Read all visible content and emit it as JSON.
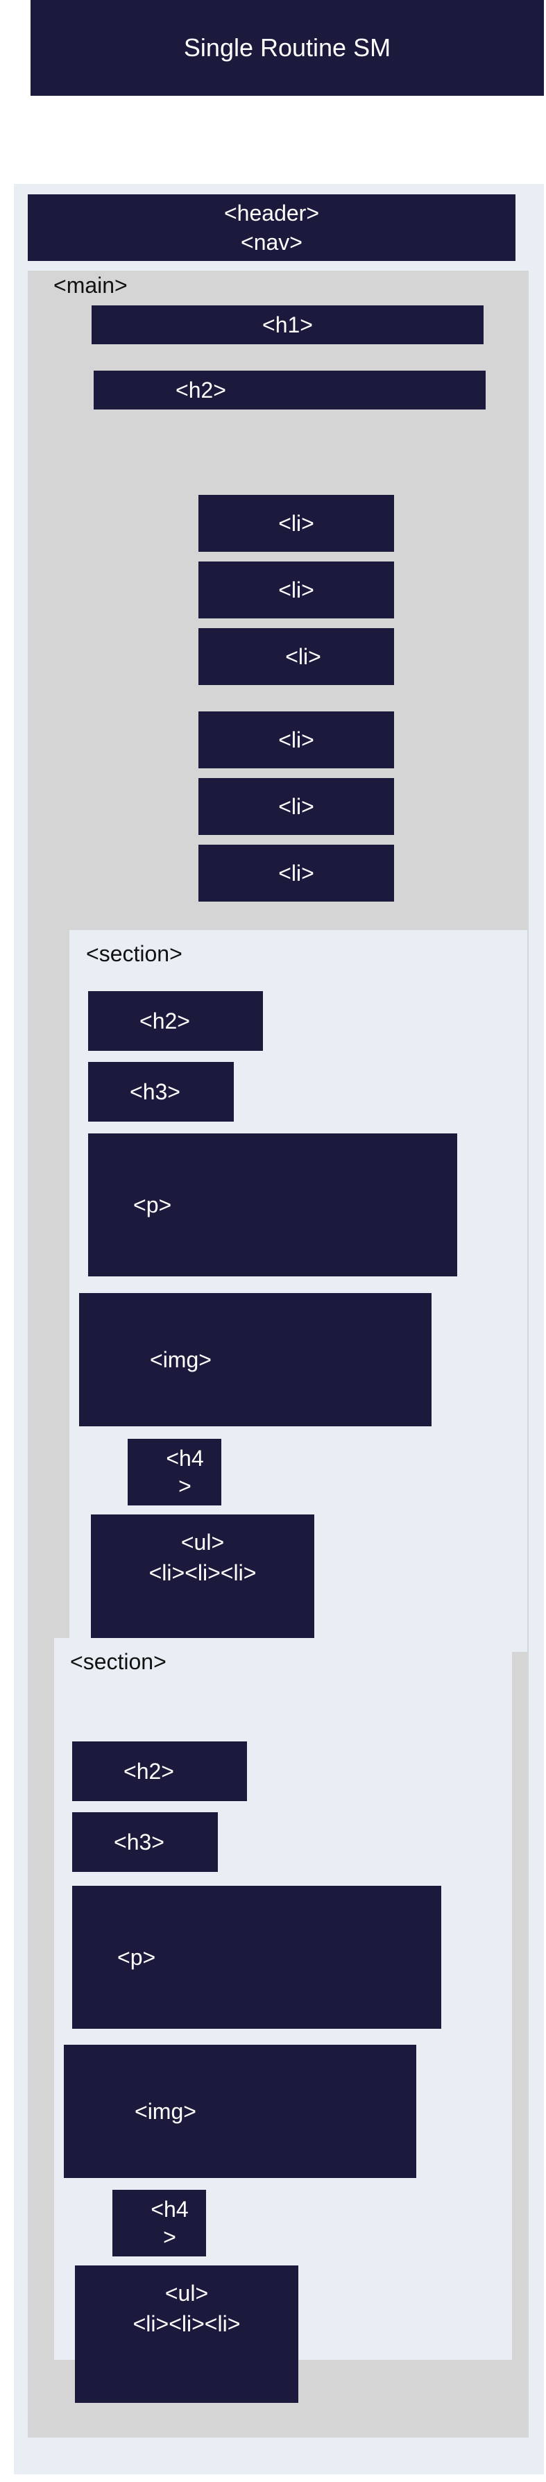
{
  "colors": {
    "navy": "#1b1a3c",
    "page_bg": "#ffffff",
    "outer_frame": "#e9eef4",
    "main_panel": "#d5d5d5",
    "section_panel": "#e9eef4",
    "text_light": "#ffffff",
    "text_dark": "#111111"
  },
  "title": "Single Routine SM",
  "header_nav": "<header>\n<nav>",
  "main": {
    "label": "<main>",
    "h1": "<h1>",
    "h2": "<h2>",
    "list_items_group1": [
      "<li>",
      "<li>",
      "<li>"
    ],
    "list_items_group2": [
      "<li>",
      "<li>",
      "<li>"
    ]
  },
  "sections": [
    {
      "label": "<section>",
      "h2": "<h2>",
      "h3": "<h3>",
      "p": "<p>",
      "img": "<img>",
      "h4": "<h4\n>",
      "ul": "<ul>\n<li><li><li>"
    },
    {
      "label": "<section>",
      "h2": "<h2>",
      "h3": "<h3>",
      "p": "<p>",
      "img": "<img>",
      "h4": "<h4\n>",
      "ul": "<ul>\n<li><li><li>"
    }
  ]
}
